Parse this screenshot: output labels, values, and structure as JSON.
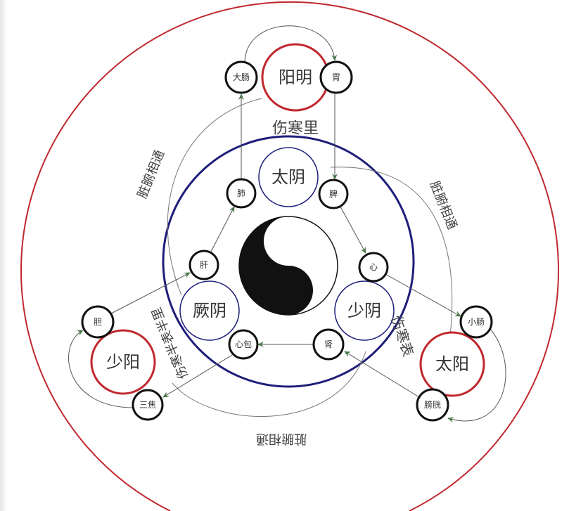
{
  "colors": {
    "outer": "#c0282e",
    "inner": "#1e1e7a",
    "arrow": "#4a7a4a",
    "node": "#111111"
  },
  "title_inner": "伤寒里",
  "label_exterior": "伤寒表",
  "label_half": "伤寒半表半里",
  "label_link_left": "脏腑相通",
  "label_link_right": "脏腑相通",
  "label_link_bottom": "脏腑相通",
  "channels": {
    "yangming": "阳明",
    "taiyin": "太阴",
    "shaoyin": "少阴",
    "jueyin": "厥阴",
    "shaoyang": "少阳",
    "taiyang": "太阳"
  },
  "organs": {
    "large_intestine": "大肠",
    "stomach": "胃",
    "lung": "肺",
    "spleen": "脾",
    "heart": "心",
    "kidney": "肾",
    "pericardium": "心包",
    "liver": "肝",
    "gallbladder": "胆",
    "sanjiao": "三焦",
    "small_intestine": "小肠",
    "bladder": "膀胱"
  }
}
